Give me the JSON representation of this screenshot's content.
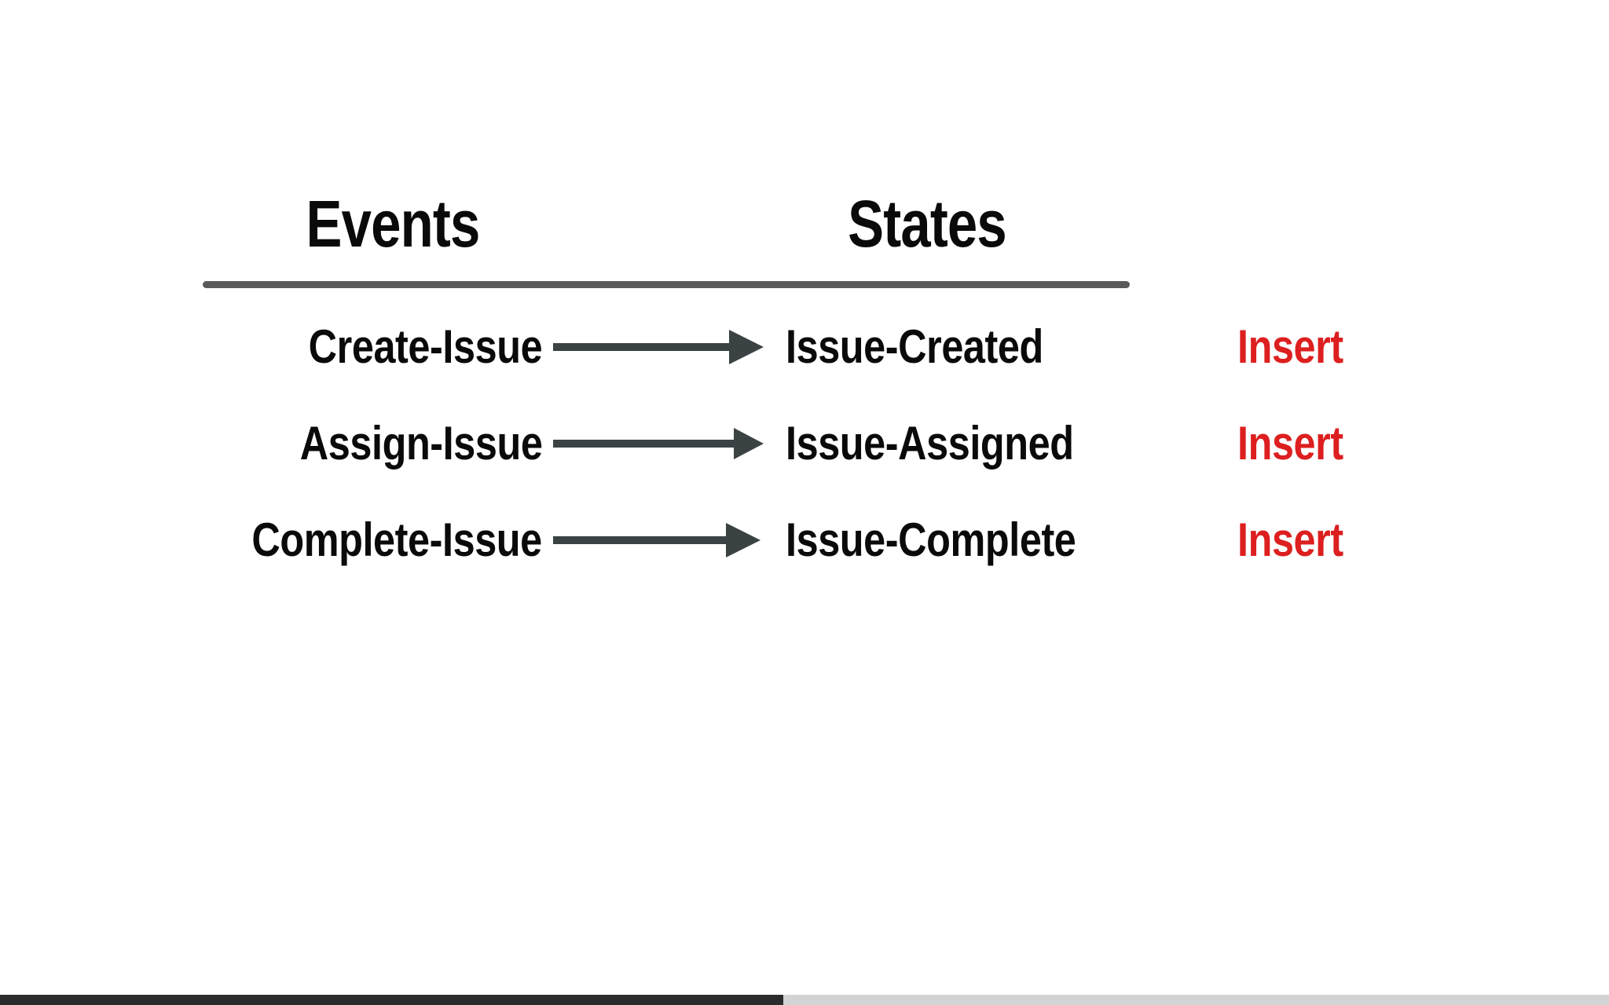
{
  "slide": {
    "background_color": "#ffffff",
    "headings": {
      "events": "Events",
      "states": "States"
    },
    "divider_color": "#595959",
    "arrow_color": "#3a4244",
    "action_color": "#dd1f1f",
    "text_color": "#0a0a0a",
    "rows": [
      {
        "event": "Create-Issue",
        "state": "Issue-Created",
        "action": "Insert",
        "arrow": "right-arrow-icon"
      },
      {
        "event": "Assign-Issue",
        "state": "Issue-Assigned",
        "action": "Insert",
        "arrow": "right-arrow-icon"
      },
      {
        "event": "Complete-Issue",
        "state": "Issue-Complete",
        "action": "Insert",
        "arrow": "right-arrow-icon"
      }
    ]
  },
  "progress": {
    "percent": 48.7,
    "fill_color": "#2b2b2e",
    "track_color": "#d3d3d5"
  }
}
